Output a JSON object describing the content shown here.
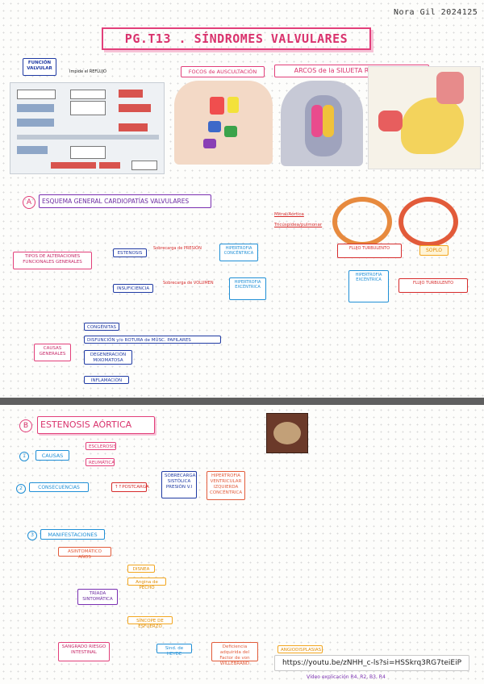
{
  "header": {
    "author_date": "Nora Gil 2024125",
    "title": "PG.T13 . SÍNDROMES VALVULARES"
  },
  "intro": {
    "funcion_valvular": "FUNCIÓN VALVULAR",
    "line2": "Impide el REFLUJO"
  },
  "focos": {
    "title": "FOCOS de AUSCULTACIÓN"
  },
  "arcos": {
    "title": "ARCOS de la SILUETA RADIOLÓGICA"
  },
  "sectionA": {
    "letter": "A",
    "title": "ESQUEMA GENERAL CARDIOPATÍAS VALVULARES",
    "intro": "",
    "mitral_aortica": "Mitral/Aórtica",
    "tricuspidea_pulmonar": "Tricúspidea/pulmonar",
    "tipos": "TIPOS DE ALTERACIONES FUNCIONALES GENERALES",
    "estenosis": "ESTENOSIS",
    "insuficiencia": "INSUFICIENCIA",
    "sobrecarga_presion": "Sobrecarga de PRESIÓN",
    "sobrecarga_volumen": "Sobrecarga de VOLUMEN",
    "hipertrofia_concentrica": "HIPERTROFIA CONCÉNTRICA",
    "hipertrofia_excentrica": "HIPERTROFIA EXCÉNTRICA",
    "hipertrofia_excentrica2": "HIPERTROFIA EXCÉNTRICA",
    "flujo_turbulento": "FLUJO TURBULENTO",
    "soplo": "SOPLO",
    "causas": "CAUSAS GENERALES",
    "congenitas": "CONGÉNITAS",
    "disfuncion": "DISFUNCIÓN y/o ROTURA de MÚSC. PAPILARES",
    "degeneracion": "DEGENERACIÓN MIXOMATOSA",
    "inflamacion": "INFLAMACIÓN"
  },
  "sectionB": {
    "letter": "B",
    "title": "ESTENOSIS AÓRTICA",
    "n1": "1",
    "n2": "2",
    "n3": "3",
    "causas": "CAUSAS",
    "esclerosis": "ESCLEROSIS",
    "reumatica": "REUMÁTICA",
    "consecuencias": "CONSECUENCIAS",
    "postcarga": "↑↑POSTCARGA",
    "sobrecarga_sistolica": "SOBRECARGA SISTÓLICA PRESIÓN V.I",
    "hipertrofia": "HIPERTROFIA VENTRICULAR IZQUIERDA CONCÉNTRICA",
    "manifestaciones": "MANIFESTACIONES",
    "asintomatico": "ASINTOMÁTICO AÑOS",
    "triada": "TRÍADA SINTOMÁTICA",
    "disnea": "DISNEA",
    "angina": "Angina de PECHO",
    "sincope": "SÍNCOPE DE ESFUERZO",
    "sangrado": "SANGRADO RIESGO INTESTINAL",
    "heyde": "Sind. de HEYDE",
    "deficiencia": "Deficiencia adquirida del Factor de von WILLEBRAND",
    "angiodisplasias": "ANGIODISPLASIAS"
  },
  "footer": {
    "link": "https://youtu.be/zNHH_c-ls?si=HSSkrq3RG7teiEiP",
    "video": "Vídeo explicación R4, R2, B3, R4"
  }
}
